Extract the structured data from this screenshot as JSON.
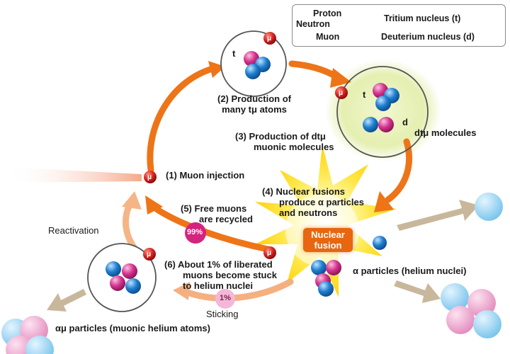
{
  "legend": {
    "proton": "Proton",
    "neutron": "Neutron",
    "tritium": "Tritium nucleus (t)",
    "muon": "Muon",
    "deuterium": "Deuterium nucleus (d)"
  },
  "muon_symbol": "μ",
  "labels": {
    "t_top": "t",
    "t_mid": "t",
    "d_mid": "d",
    "step2_line1": "(2) Production of",
    "step2_line2": "many tμ atoms",
    "step3_line1": "(3) Production of dtμ",
    "step3_line2": "muonic molecules",
    "dtmu": "dtμ molecules",
    "step1": "(1) Muon injection",
    "step4_line1": "(4) Nuclear fusions",
    "step4_line2": "produce α particles",
    "step4_line3": "and neutrons",
    "step5_line1": "(5) Free muons",
    "step5_line2": "are recycled",
    "pct99": "99%",
    "reactivation": "Reactivation",
    "nuclear_line1": "Nuclear",
    "nuclear_line2": "fusion",
    "step6_line1": "(6) About 1% of liberated",
    "step6_line2": "muons become stuck",
    "step6_line3": "to helium nuclei",
    "pct1": "1%",
    "sticking": "Sticking",
    "alpha": "α particles (helium nuclei)",
    "alphamu": "αμ particles (muonic helium atoms)"
  },
  "colors": {
    "proton": "#d6338f",
    "neutron": "#1f7fd0",
    "muon": "#d42020",
    "arrow_orange": "#ee7418",
    "arrow_light": "#f6b587",
    "halo_green": "#e4efb0",
    "fusion_box": "#e8660f"
  },
  "icons": [
    "proton-icon",
    "neutron-icon",
    "muon-icon",
    "tritium-nucleus-icon",
    "deuterium-nucleus-icon",
    "fusion-burst-icon"
  ]
}
